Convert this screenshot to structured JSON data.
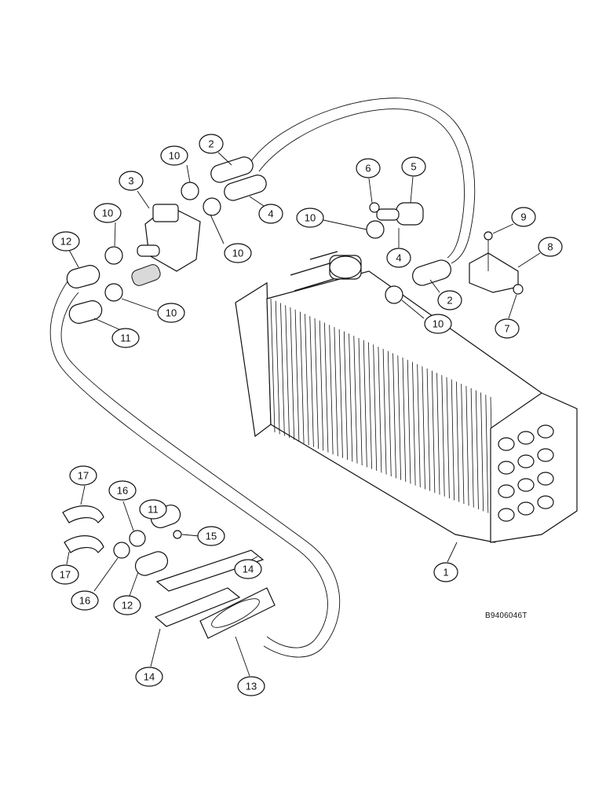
{
  "diagram": {
    "drawing_code": "B9406046T",
    "callouts": [
      "1",
      "2",
      "2",
      "3",
      "4",
      "4",
      "5",
      "6",
      "7",
      "8",
      "9",
      "10",
      "10",
      "10",
      "10",
      "10",
      "10",
      "11",
      "11",
      "12",
      "12",
      "13",
      "14",
      "14",
      "15",
      "16",
      "16",
      "17",
      "17"
    ]
  },
  "colors": {
    "ink": "#111111",
    "paper": "#ffffff"
  }
}
